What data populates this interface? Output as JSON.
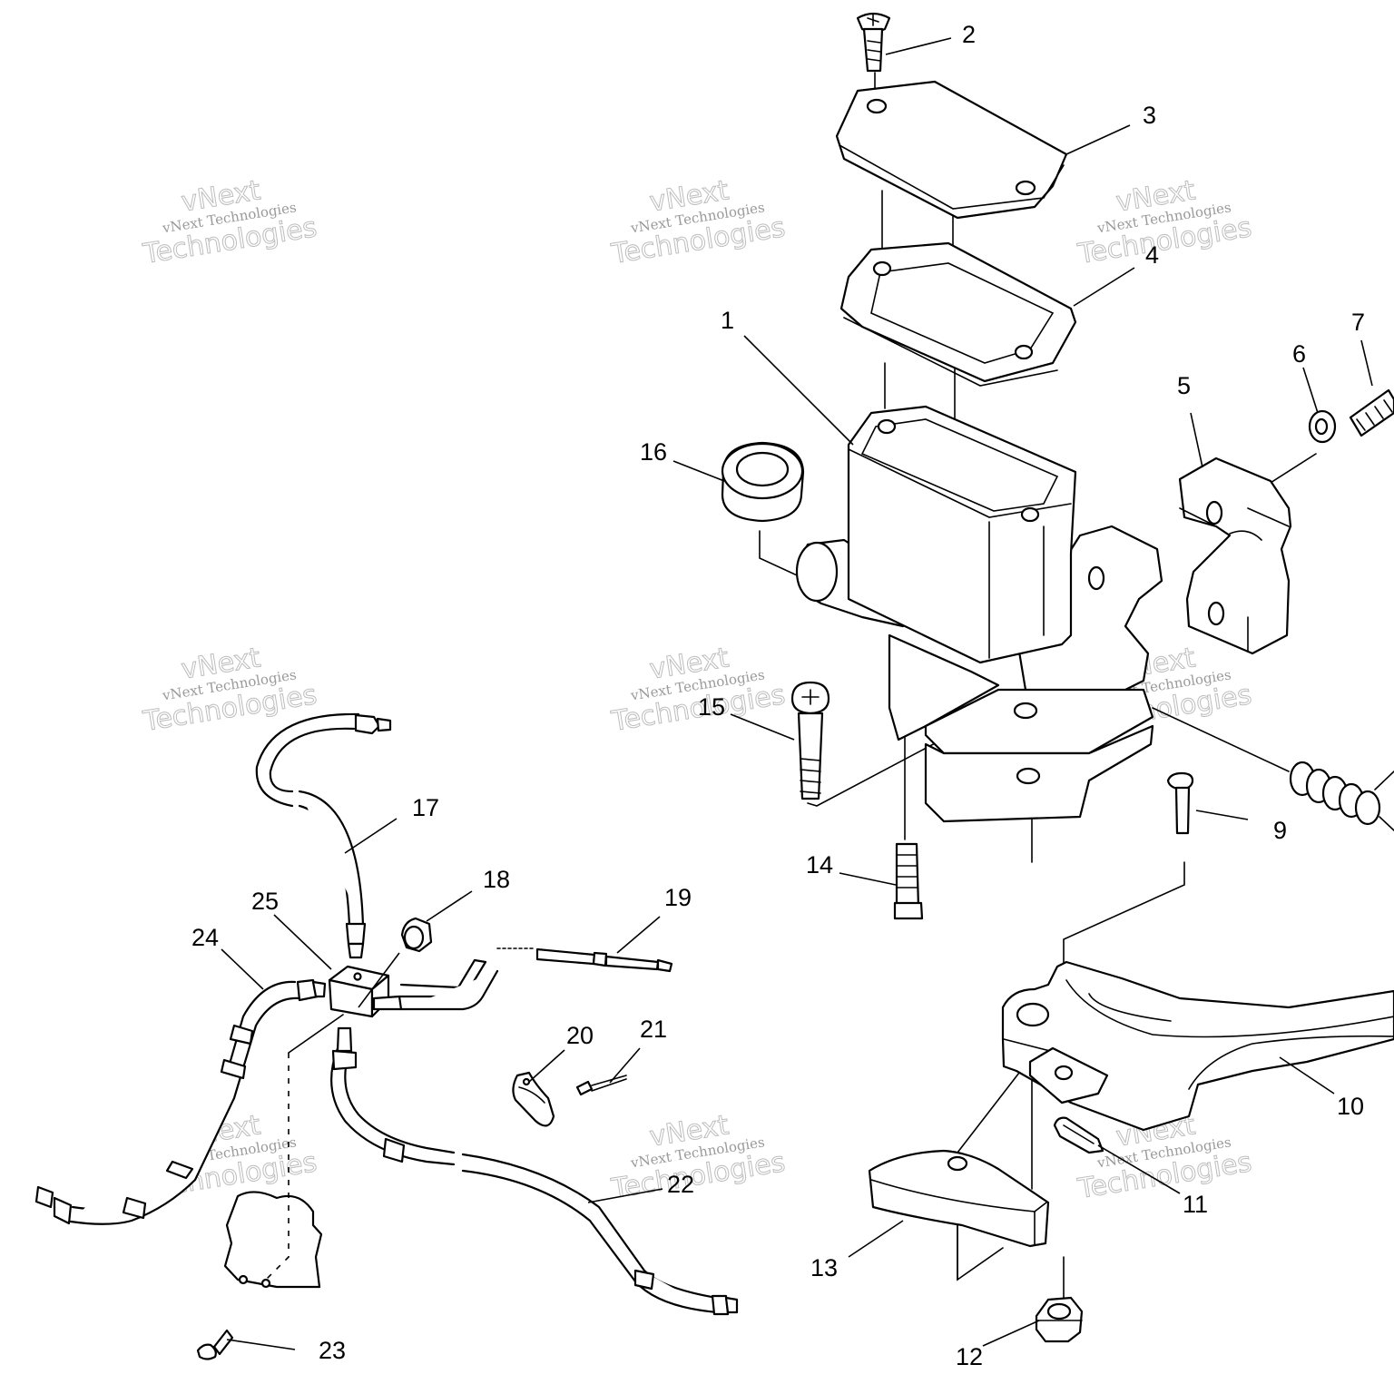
{
  "watermark": {
    "line1": "vNext",
    "line2": "vNext Technologies",
    "line3": "Technologies"
  },
  "callouts": [
    {
      "id": "1",
      "text": "1"
    },
    {
      "id": "2",
      "text": "2"
    },
    {
      "id": "3",
      "text": "3"
    },
    {
      "id": "4",
      "text": "4"
    },
    {
      "id": "5",
      "text": "5"
    },
    {
      "id": "6",
      "text": "6"
    },
    {
      "id": "7",
      "text": "7"
    },
    {
      "id": "9",
      "text": "9"
    },
    {
      "id": "10",
      "text": "10"
    },
    {
      "id": "11",
      "text": "11"
    },
    {
      "id": "12",
      "text": "12"
    },
    {
      "id": "13",
      "text": "13"
    },
    {
      "id": "14",
      "text": "14"
    },
    {
      "id": "15",
      "text": "15"
    },
    {
      "id": "16",
      "text": "16"
    },
    {
      "id": "17",
      "text": "17"
    },
    {
      "id": "18",
      "text": "18"
    },
    {
      "id": "19",
      "text": "19"
    },
    {
      "id": "20",
      "text": "20"
    },
    {
      "id": "21",
      "text": "21"
    },
    {
      "id": "22",
      "text": "22"
    },
    {
      "id": "23",
      "text": "23"
    },
    {
      "id": "24",
      "text": "24"
    },
    {
      "id": "25",
      "text": "25"
    }
  ]
}
